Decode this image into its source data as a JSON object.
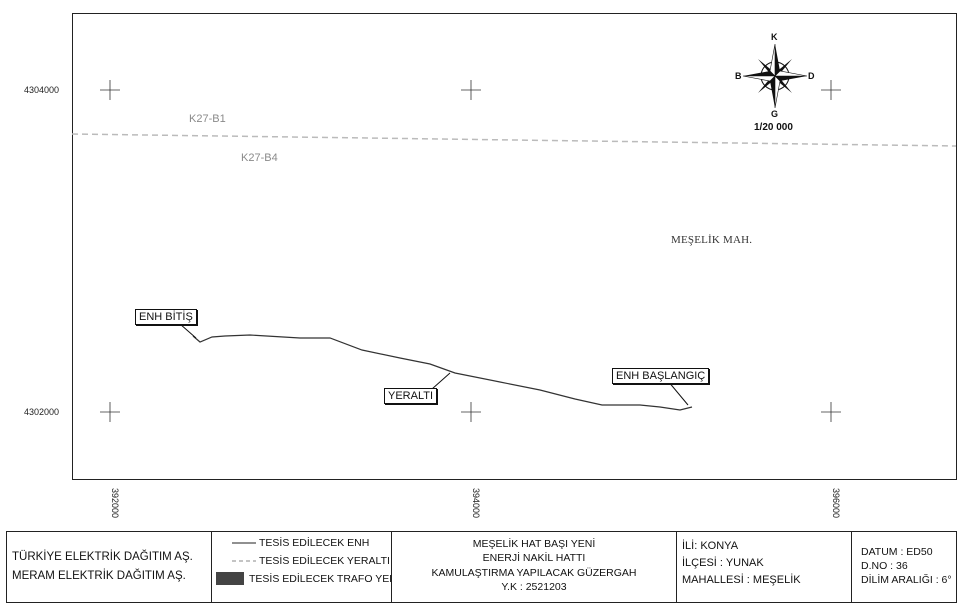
{
  "map": {
    "y_ticks": [
      "4304000",
      "4302000"
    ],
    "x_ticks": [
      "392000",
      "394000",
      "396000"
    ],
    "sheet_labels": [
      "K27-B1",
      "K27-B4"
    ],
    "place_name": "MEŞELİK MAH.",
    "callouts": {
      "end": "ENH BİTİŞ",
      "start": "ENH BAŞLANGIÇ",
      "underground": "YERALTI"
    },
    "compass": {
      "n": "K",
      "s": "G",
      "e": "D",
      "w": "B"
    },
    "scale": "1/20 000",
    "colors": {
      "route": "#333333",
      "sheet_boundary": "#bbbbbb",
      "frame": "#222222"
    }
  },
  "legend": {
    "org": [
      "TÜRKİYE ELEKTRİK DAĞITIM AŞ.",
      "MERAM ELEKTRİK DAĞITIM AŞ."
    ],
    "symbols": [
      "TESİS EDİLECEK ENH",
      "TESİS EDİLECEK YERALTI",
      "TESİS EDİLECEK TRAFO YERİ"
    ],
    "project": [
      "MEŞELİK HAT BAŞI YENİ",
      "ENERJİ NAKİL HATTI",
      "KAMULAŞTIRMA YAPILACAK GÜZERGAH",
      "Y.K : 2521203"
    ],
    "location": [
      "İLİ: KONYA",
      "İLÇESİ : YUNAK",
      "MAHALLESİ : MEŞELİK"
    ],
    "datum": [
      "DATUM : ED50",
      "D.NO : 36",
      "DİLİM ARALIĞI : 6°"
    ]
  }
}
